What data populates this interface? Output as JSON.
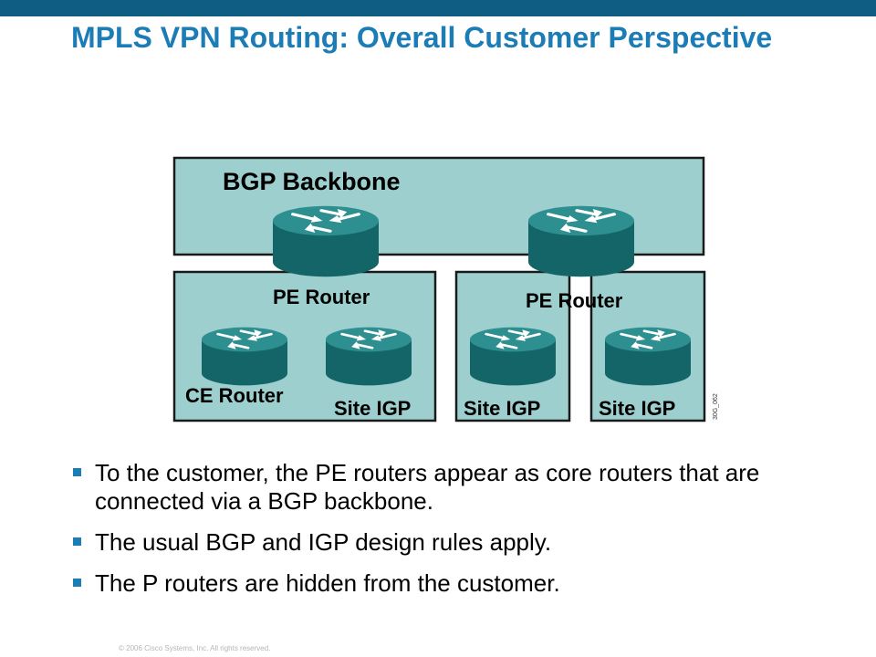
{
  "slide": {
    "title": "MPLS VPN Routing: Overall Customer Perspective",
    "copyright": "© 2006 Cisco Systems, Inc. All rights reserved."
  },
  "diagram": {
    "backbone_label": "BGP Backbone",
    "pe_router_label_left": "PE Router",
    "pe_router_label_right": "PE Router",
    "ce_router_label": "CE Router",
    "site_igp_labels": [
      "Site IGP",
      "Site IGP",
      "Site IGP"
    ],
    "figure_code": "30G_062"
  },
  "bullets": [
    "To the customer, the PE routers appear as core routers that are connected via a BGP backbone.",
    "The usual BGP and IGP design rules apply.",
    "The P routers are hidden from the customer."
  ],
  "colors": {
    "top_bar": "#0f5d82",
    "title": "#1c7cb6",
    "area_fill": "#9dcfcf",
    "router_top": "#2e8f90",
    "router_side": "#146567"
  }
}
